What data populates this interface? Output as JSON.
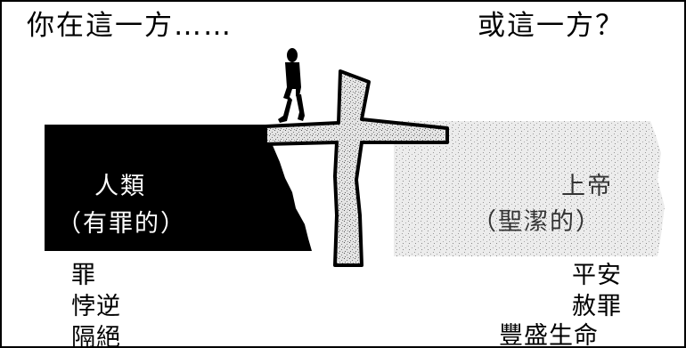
{
  "heading": {
    "left": "你在這一方……",
    "right": "或這一方？"
  },
  "human": {
    "title": "人類",
    "subtitle": "（有罪的）"
  },
  "god": {
    "title": "上帝",
    "subtitle": "（聖潔的）"
  },
  "human_states": [
    "罪",
    "悖逆",
    "隔絕"
  ],
  "god_gifts": [
    "平安",
    "赦罪",
    "豐盛生命"
  ],
  "colors": {
    "ink": "#000000",
    "paper": "#ffffff",
    "speckle": "#cfcfcf"
  }
}
